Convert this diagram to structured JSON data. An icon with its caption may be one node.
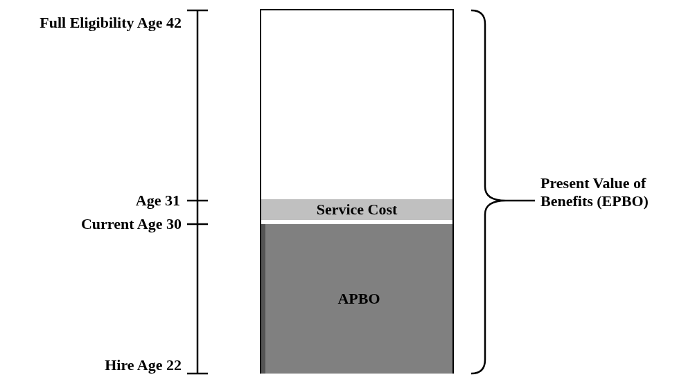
{
  "diagram": {
    "nodes": [
      {
        "text": [],
        "shape": "box"
      },
      {
        "text": [
          "Service Cost"
        ],
        "in": 0
      },
      {
        "text": [
          "APBO"
        ],
        "in": 0
      }
    ],
    "edges": [],
    "labels": [
      "Full Eligibility Age 42",
      "Age 31",
      "Current Age 30",
      "Hire Age 22",
      "Present Value of Benefits (EPBO)"
    ]
  }
}
